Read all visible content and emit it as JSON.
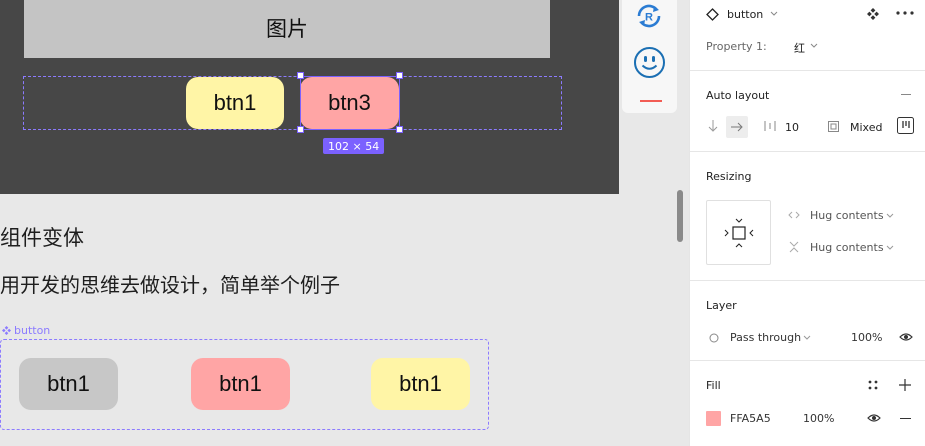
{
  "canvas": {
    "image_label": "图片",
    "top_row": {
      "btn1": "btn1",
      "btn3": "btn3"
    },
    "size_badge": "102 × 54",
    "title": "组件变体",
    "subtitle": "用开发的思维去做设计，简单举个例子",
    "component_label": "button",
    "variants": [
      "btn1",
      "btn1",
      "btn1"
    ]
  },
  "panel": {
    "component_name": "button",
    "property_label": "Property 1:",
    "property_value": "红",
    "auto_layout": {
      "title": "Auto layout",
      "spacing": "10",
      "padding": "Mixed"
    },
    "resizing": {
      "title": "Resizing",
      "horizontal": "Hug contents",
      "vertical": "Hug contents"
    },
    "layer": {
      "title": "Layer",
      "blend": "Pass through",
      "opacity": "100%"
    },
    "fill": {
      "title": "Fill",
      "hex": "FFA5A5",
      "opacity": "100%"
    }
  },
  "colors": {
    "accent": "#7b61ff",
    "fill": "#ffa5a5",
    "yellow": "#fff5a6",
    "gray": "#c7c7c7"
  }
}
